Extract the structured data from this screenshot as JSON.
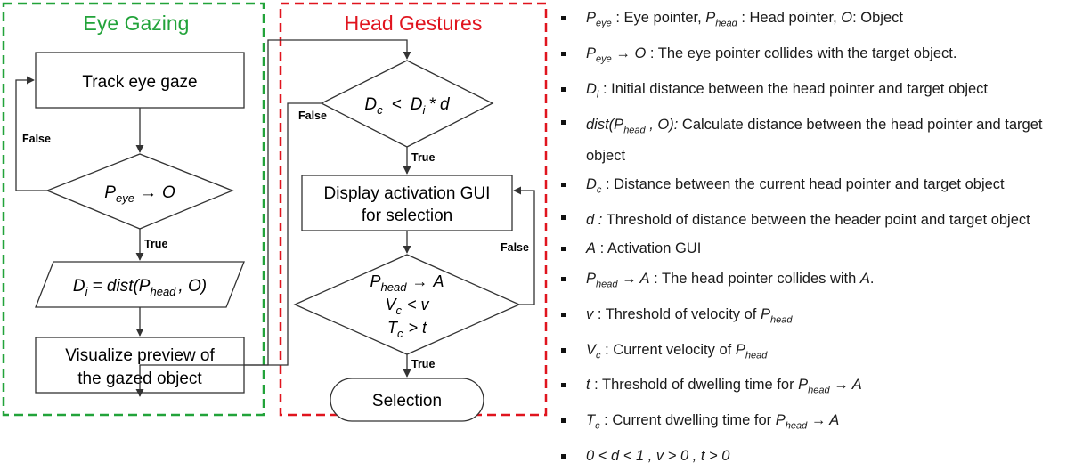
{
  "sections": {
    "eye_gazing": {
      "title": "Eye Gazing",
      "color": "#22a33a"
    },
    "head_gestures": {
      "title": "Head Gestures",
      "color": "#e0141e"
    }
  },
  "nodes": {
    "track_eye_gaze": "Track eye gaze",
    "p_eye_to_o": {
      "p": "P",
      "sub": "eye",
      "arrow": "→",
      "o": "O"
    },
    "di_assign": {
      "d": "D",
      "sub_i": "i",
      "eq": "= dist(P",
      "sub_head": "head",
      "tail": ", O)"
    },
    "visualize_line1": "Visualize preview of",
    "visualize_line2": "the gazed object",
    "dc_compare": {
      "d": "D",
      "sub_c": "c",
      "lt": "<",
      "di": "D",
      "sub_i": "i",
      "mult": "* d"
    },
    "display_line1": "Display activation GUI",
    "display_line2": "for selection",
    "cond_a": {
      "p": "P",
      "sub": "head",
      "arrow": "→",
      "a": "A"
    },
    "cond_v": {
      "v": "V",
      "sub": "c",
      "rel": "< v"
    },
    "cond_t": {
      "t": "T",
      "sub": "c",
      "rel": "> t"
    },
    "selection": "Selection"
  },
  "edges": {
    "true_label": "True",
    "false_label": "False"
  },
  "legend": [
    {
      "id": "pointers",
      "a": "P",
      "a_sub": "eye",
      "b": " : Eye pointer,  ",
      "c": "P",
      "c_sub": "head",
      "d": " : Head pointer,  ",
      "e": "O",
      "f": ": Object"
    },
    {
      "id": "collide-eye",
      "a": "P",
      "a_sub": "eye",
      "b": " → ",
      "c": "O",
      "d": " : The eye pointer collides with the target object."
    },
    {
      "id": "di",
      "a": "D",
      "a_sub": "i",
      "b": " : Initial distance between the head pointer and target object"
    },
    {
      "id": "dist",
      "a": "dist(P",
      "a_sub": "head",
      "b": " , O):",
      "c": " Calculate distance between the head pointer and target object"
    },
    {
      "id": "dc",
      "a": "D",
      "a_sub": "c",
      "b": " : Distance between the current head pointer and target object"
    },
    {
      "id": "d",
      "a": "d :",
      "b": " Threshold of distance between the header point and target object"
    },
    {
      "id": "a",
      "a": "A",
      "b": " : Activation GUI"
    },
    {
      "id": "collide-head",
      "a": "P",
      "a_sub": "head",
      "b": " → A",
      "c": " : The head pointer collides with ",
      "d": "A",
      "e": "."
    },
    {
      "id": "v",
      "a": "v",
      "b": " : Threshold of velocity of ",
      "c": "P",
      "c_sub": "head"
    },
    {
      "id": "vc",
      "a": "V",
      "a_sub": "c",
      "b": " : Current velocity of ",
      "c": "P",
      "c_sub": "head"
    },
    {
      "id": "t",
      "a": "t",
      "b": " : Threshold of dwelling time for ",
      "c": "P",
      "c_sub": "head",
      "d": " → A"
    },
    {
      "id": "tc",
      "a": "T",
      "a_sub": "c",
      "b": " : Current dwelling time for ",
      "c": "P",
      "c_sub": "head",
      "d": " → A"
    },
    {
      "id": "constraints",
      "a": "0 < d < 1 ,  v > 0 ,  t > 0"
    }
  ]
}
